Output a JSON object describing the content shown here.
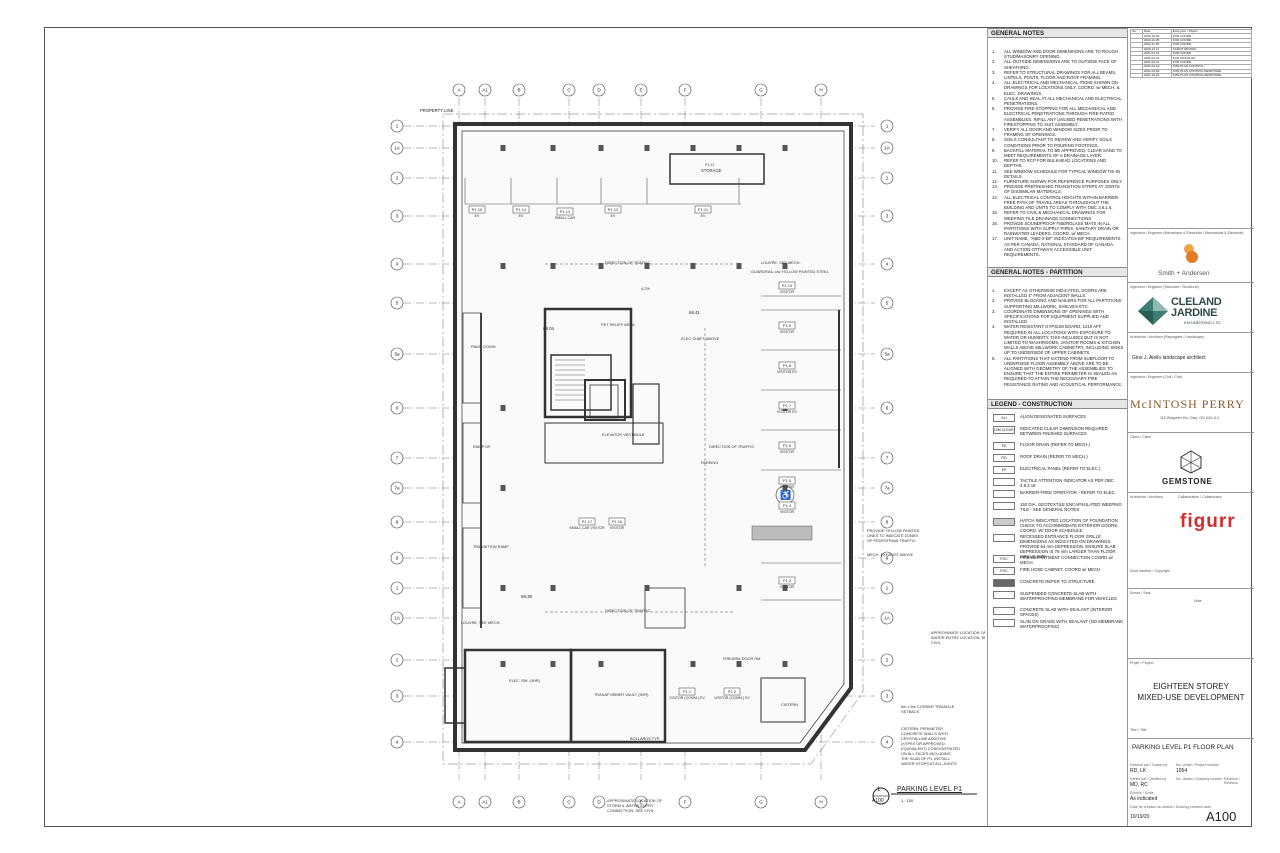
{
  "plan": {
    "title": "PARKING LEVEL P1",
    "scale": "1 : 100",
    "view_number": "1",
    "sheet_ref": "A100",
    "property_line": "PROPERTY LINE",
    "grid_letters": [
      "A",
      "A1",
      "B",
      "C",
      "D",
      "E",
      "F",
      "G",
      "H"
    ],
    "grid_numbers": [
      "1",
      "1A",
      "2",
      "3",
      "4",
      "5",
      "5a",
      "6",
      "7",
      "7a",
      "8",
      "9"
    ],
    "room_labels": [
      {
        "id": "P1.15",
        "tag": "EV"
      },
      {
        "id": "P1.14",
        "tag": "EV"
      },
      {
        "id": "P1.13",
        "tag": "SMALL CAR"
      },
      {
        "id": "P1.12",
        "tag": "EV"
      },
      {
        "id": "P1.11",
        "tag": "EV"
      },
      {
        "id": "P1.10",
        "tag": "VISITOR"
      },
      {
        "id": "P1.9",
        "tag": "VISITOR"
      },
      {
        "id": "P1.8",
        "tag": "VISITOR EV"
      },
      {
        "id": "P1.7",
        "tag": "VISITOR EV"
      },
      {
        "id": "P1.6",
        "tag": "VISITOR"
      },
      {
        "id": "P1.5",
        "tag": "VISITOR"
      },
      {
        "id": "P1.4",
        "tag": "VISITOR"
      },
      {
        "id": "P1.3",
        "tag": "VISITOR"
      },
      {
        "id": "P1.17",
        "tag": "SMALL CAR VISITOR"
      },
      {
        "id": "P1.16",
        "tag": "VISITOR"
      },
      {
        "id": "P1.1",
        "tag": "VISITOR (COMM.) EV"
      },
      {
        "id": "P1.2",
        "tag": "VISITOR (COMM.) EV"
      }
    ],
    "annotations": [
      "DIRECTION OF TRAFFIC",
      "DIRECTION OF TRAFFIC",
      "DIRECTION OF TRAFFIC",
      "4.2%",
      "ELEC SHAFT ABOVE",
      "PET RELIEF AREA",
      "LOUVRE, SEE MECH.",
      "GUARDRAIL c/w YELLOW PAINTED STEEL",
      "STORAGE",
      "RAMP DOWN",
      "RAMP UP",
      "TRANSITION RAMP",
      "PROVIDE YELLOW PAINTED LINES TO INDICATE ZONES OF PEDESTRIAN TRAFFIC",
      "MECH. EXHAUST ABOVE",
      "LOUVRE, SEE MECH.",
      "APPROXIMATE LOCATION OF WATER ENTRY LOCATION. SEE CIVIL",
      "5m x 5m CORNER TRIANGLE SETBACK",
      "CISTERN: PERIMETER CONCRETE WALLS WITH CRYSTALLINE ADDITIVE (XYPEX OR APPROVED EQUIVALENT) CONCENTRATED ON ALL FACES INCLUDING THE SLAB OF P1. INSTALL WATER STOPS AT ALL JOINTS",
      "APPROXIMATE LOCATION OF STORM & WATER ENTRY CONNECTION. SEE CIVIL",
      "BOLLARDS TYP.",
      "TRANSFORMER VAULT (3HR)",
      "ELEC. RM. (3HR)",
      "FIREARM DOOR RM",
      "CISTERN",
      "ELEVATOR VESTIBULE",
      "PARKING"
    ],
    "elevations": [
      "68.41",
      "68.04",
      "68.38"
    ]
  },
  "general_notes": {
    "heading": "GENERAL NOTES",
    "items": [
      "ALL WINDOW AND DOOR DIMENSIONS ARE TO ROUGH STUD/MASONRY OPENING.",
      "ALL OUTSIDE DIMENSIONS ARE TO OUTSIDE FACE OF SHEATHING.",
      "REFER TO STRUCTURAL DRAWINGS FOR ALL BEAMS, LINTELS, POSTS, FLOOR AND ROOF FRAMING.",
      "ALL ELECTRICAL AND MECHANICAL ITEMS SHOWN ON DRAWINGS FOR LOCATIONS ONLY. COORD. w/ MECH. & ELEC. DRAWINGS.",
      "CAULK AND SEAL AT ALL MECHANICAL AND ELECTRICAL PENETRATIONS.",
      "PROVIDE FIRE-STOPPING FOR ALL MECHANICAL AND ELECTRICAL PENETRATIONS THROUGH FIRE-RATED ASSEMBLIES. INFILL ANY UNUSED PENETRATIONS WITH FIRESTOPPING TO SUIT ASSEMBLY.",
      "VERIFY ALL DOOR AND WINDOW SIZES PRIOR TO FRAMING OF OPENINGS.",
      "SOILS CONSULTANT TO REVIEW AND VERIFY SOILS CONDITIONS PRIOR TO POURING FOOTINGS.",
      "BACKFILL MATERIAL TO BE APPROVED, CLEAR SAND TO MEET REQUIREMENTS OF A DRAINAGE LAYER.",
      "REFER TO RCP FOR BULKHEAD LOCATIONS AND DEPTHS.",
      "SEE WINDOW SCHEDULE FOR TYPICAL WINDOW TIE-IN DETAILS.",
      "FURNITURE SHOWN FOR REFERENCE PURPOSES ONLY.",
      "PROVIDE PREFINISHED TRANSITION STRIPS AT JOINTS OF DISSIMILAR MATERIALS.",
      "ALL ELECTRICAL CONTROL HEIGHTS WITHIN BARRIER-FREE PATH OF TRAVEL AREAS THROUGHOUT THE BUILDING AND UNITS TO COMPLY WITH OBC 3.8.1.5.",
      "REFER TO CIVIL & MECHANICAL DRAWINGS FOR WEEPING TILE DRAINAGE CONNECTIONS.",
      "PROVIDE SOUNDPROOF FIBERGLASS MATS IN ALL PARTITIONS WITH SUPPLY PIPES, SANITARY DRAIN OR RAINWATER LEADERS. COORD. w/ MECH.",
      "UNIT NAME, \"ABD-X-BF\" INDICATES B/F REQUIREMENTS AS PER CANADA, NATIONAL STANDARD OF CANADA, AND ACTION OTTAWA'S ACCESSIBLE UNIT REQUIREMENTS."
    ]
  },
  "partition_notes": {
    "heading": "GENERAL NOTES - PARTITION",
    "items": [
      "EXCEPT AS OTHERWISE INDICATED, DOORS ARE INSTALLED 4\" FROM ADJACENT WALLS.",
      "PROVIDE BLOCKING AND NAILERS FOR ALL PARTITIONS SUPPORTING MILLWORK, SHELVES ETC.",
      "COORDINATE DIMENSIONS OF OPENINGS WITH SPECIFICATIONS FOR EQUIPMENT SUPPLIED AND INSTALLED.",
      "WATER RESISTANT GYPSUM BOARD, 1219 AFF REQUIRED IN ALL LOCATIONS WITH EXPOSURE TO WATER OR HUMIDITY. THIS INCLUDES BUT IS NOT LIMITED TO WASHROOMS, JANITOR ROOMS & KITCHEN WALLS ABOVE MILLWORK CABINETRY, INCLUDING SINKS UP TO UNDERSIDE OF UPPER CABINETS.",
      "ALL PARTITIONS THAT EXTEND FROM SUBFLOOR TO UNDERSIDE FLOOR ASSEMBLY ABOVE ARE TO BE ALIGNED WITH GEOMETRY OF THE ASSEMBLIES TO ENSURE THAT THE ENTIRE PERIMETER IS SEALED AS REQUIRED TO ATTAIN THE NECESSARY FIRE RESISTANCE RATING AND ACOUSTICAL PERFORMANCE."
    ]
  },
  "legend": {
    "heading": "LEGEND - CONSTRUCTION",
    "items": [
      {
        "sym": "ALI",
        "text": "ALIGN DESIGNATED SURFACES"
      },
      {
        "sym": "DIM CLEAR",
        "text": "INDICATED CLEAR DIMENSION REQUIRED BETWEEN FINISHED SURFACES"
      },
      {
        "sym": "FD",
        "text": "FLOOR DRAIN (REFER TO MECH.)"
      },
      {
        "sym": "RD",
        "text": "ROOF DRAIN (REFER TO MECH.)"
      },
      {
        "sym": "EP",
        "text": "ELECTRICAL PANEL (REFER TO ELEC.)"
      },
      {
        "sym": "",
        "text": "TACTILE ATTENTION INDICATOR AS PER OBC 3.8.3.18"
      },
      {
        "sym": "",
        "text": "BARRIER-FREE OPERATOR - REFER TO ELEC."
      },
      {
        "sym": "",
        "text": "150 DIA. GEOTEXTILE ENCAPSULATED WEEPING TILE - SEE GENERAL NOTES"
      },
      {
        "sym": "",
        "text": "HATCH INDICATED LOCATION OF FOUNDATION CHECK TO ACCOMMODATE EXTERIOR DOORS. COORD. W/ DOOR SCHEDULE"
      },
      {
        "sym": "",
        "text": "RECESSED ENTRANCE FLOOR GRILLE DIMENSIONS AS INDICATED ON DRAWINGS. PROVIDE 64 mm DEPRESSION. ENSURE SLAB DEPRESSION IS 76 mm LARGER THAN FLOOR GRILLE SIZE."
      },
      {
        "sym": "FDC",
        "text": "FIRE DEPARTMENT CONNECTION COORD w/ MECH"
      },
      {
        "sym": "FHC",
        "text": "FIRE HOSE CABINET. COORD w/ MECH"
      },
      {
        "sym": "",
        "text": "CONCRETE REFER TO STRUCTURE"
      },
      {
        "sym": "",
        "text": "SUSPENDED CONCRETE SLAB WITH WATERPROOFING MEMBRANE FOR VEHICLES"
      },
      {
        "sym": "",
        "text": "CONCRETE SLAB WITH SEALANT (INTERIOR SPACES)"
      },
      {
        "sym": "",
        "text": "SLAB ON GRADE WITH SEALANT (NO MEMBRANE WATERPROOFING)"
      }
    ]
  },
  "title_block": {
    "revisions_header": [
      "No.",
      "Date",
      "Emis pour / Object"
    ],
    "revisions": [
      [
        "",
        "2020-10-30",
        "FOR COORD."
      ],
      [
        "",
        "2020-11-05",
        "FOR COORD."
      ],
      [
        "",
        "2020-11-20",
        "FOR COORD."
      ],
      [
        "",
        "2020-12-11",
        "CLIENT REVIEW"
      ],
      [
        "",
        "2021-01-15",
        "FOR COORD."
      ],
      [
        "",
        "2021-01-22",
        "FOR SITE PLAN"
      ],
      [
        "",
        "2021-02-12",
        "FOR COORD."
      ],
      [
        "",
        "2021-02-19",
        "SITE PLAN CONTROL"
      ],
      [
        "",
        "2021-04-09",
        "SITE PLAN CONTROL RESPONSE"
      ],
      [
        "",
        "2021-10-22",
        "SITE PLAN CONTROL RESPONSE"
      ]
    ],
    "mech_engineer_label": "Ingénieur / Engineer (Mécanique & Électricité / Mechanical & Electrical)",
    "mech_engineer": "Smith + Andersen",
    "struct_engineer_label": "Ingénieur / Engineer (Structure / Structural)",
    "struct_engineer": "CLELAND JARDINE",
    "struct_engineer_sub": "ENGINEERING LTD",
    "landscape_label": "Architecte / Architect (Paysagiste / Landscape)",
    "landscape": "Gino J. Aiello landscape architect",
    "civil_label": "Ingénieur / Engineer (Civil / Civil)",
    "civil": "McINTOSH PERRY",
    "civil_address": "115 Walgreen Rd. Carp, ON K0A 1L0",
    "client_label": "Client / Client",
    "client": "GEMSTONE",
    "architect_label": "Architecte / Architect",
    "collab_label": "Collaboration / Collaborator",
    "collaborator": "figurr",
    "copyright_label": "Droit d'auteur / Copyright",
    "stamp_label": "Sceau / Seal",
    "note_label": "Note",
    "project_label": "Projet / Project",
    "project_line1": "EIGHTEEN STOREY",
    "project_line2": "MIXED-USE DEVELOPMENT",
    "sheet_title_label": "Titre / Title",
    "sheet_title": "PARKING LEVEL P1 FLOOR PLAN",
    "drawn_by_label": "Dessiné par / Drawn by",
    "drawn_by": "RD, LK",
    "project_no_label": "No. projet / Project number",
    "project_no": "1954",
    "checked_label": "Vérifié par / Verified by",
    "checked": "MD, RC",
    "drawing_no_label": "No. dessin / Drawing number",
    "revision_label": "Révision / Revision",
    "scale_label": "Échelle / Scale",
    "scale": "As indicated",
    "date_label": "Date de création du dessin / Drawing creation date",
    "date": "10/19/20",
    "sheet_number": "A100"
  }
}
